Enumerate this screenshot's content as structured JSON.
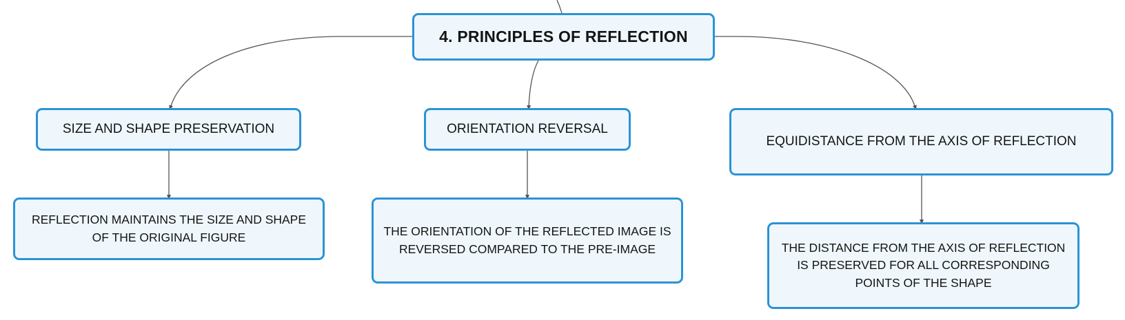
{
  "colors": {
    "node_fill": "#eff7fd",
    "node_border": "#2a93d5",
    "connector": "#555555",
    "text": "#141414"
  },
  "diagram": {
    "root": {
      "label": "4. PRINCIPLES OF REFLECTION"
    },
    "branches": [
      {
        "label": "SIZE AND SHAPE PRESERVATION",
        "detail": "REFLECTION MAINTAINS THE SIZE AND SHAPE OF THE ORIGINAL FIGURE"
      },
      {
        "label": "ORIENTATION REVERSAL",
        "detail": "THE ORIENTATION OF THE REFLECTED IMAGE IS REVERSED COMPARED TO THE PRE-IMAGE"
      },
      {
        "label": "EQUIDISTANCE FROM THE AXIS OF REFLECTION",
        "detail": "THE DISTANCE FROM THE AXIS OF REFLECTION IS PRESERVED FOR ALL CORRESPONDING POINTS OF THE SHAPE"
      }
    ]
  }
}
